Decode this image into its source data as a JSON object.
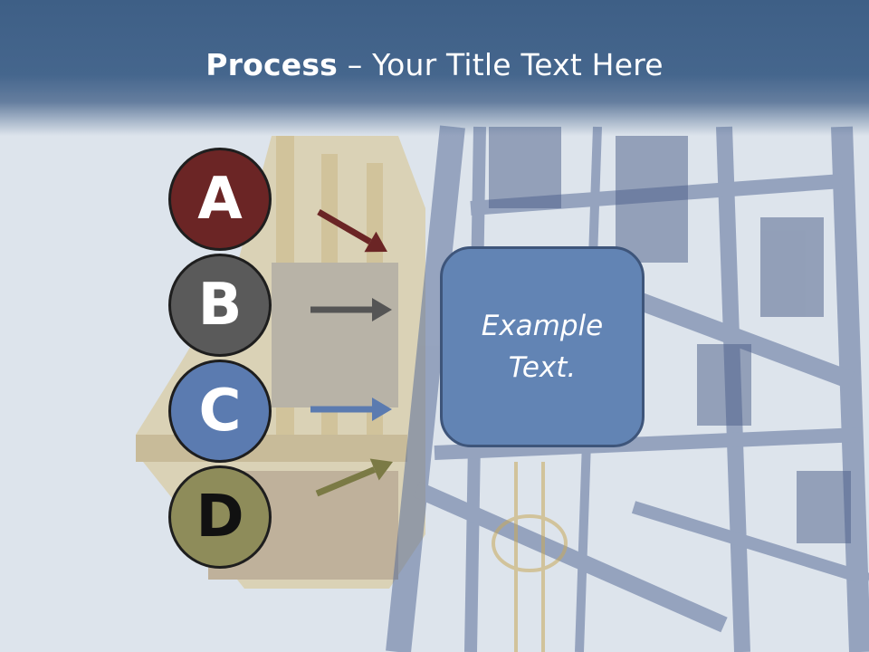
{
  "title": {
    "bold": "Process",
    "rest": " – Your Title Text Here"
  },
  "steps": [
    {
      "label": "A",
      "color": "#6b2525",
      "text_color": "#ffffff"
    },
    {
      "label": "B",
      "color": "#5a5a5a",
      "text_color": "#ffffff"
    },
    {
      "label": "C",
      "color": "#5b7bb0",
      "text_color": "#ffffff"
    },
    {
      "label": "D",
      "color": "#8e8c5a",
      "text_color": "#111111"
    }
  ],
  "arrow_colors": [
    "#6b2525",
    "#555555",
    "#5b7bb0",
    "#7b7a45"
  ],
  "box": {
    "line1": "Example",
    "line2": "Text."
  },
  "colors": {
    "title_bar": "#3e5f86",
    "box_fill": "#6284b4",
    "box_border": "#3e557a"
  }
}
